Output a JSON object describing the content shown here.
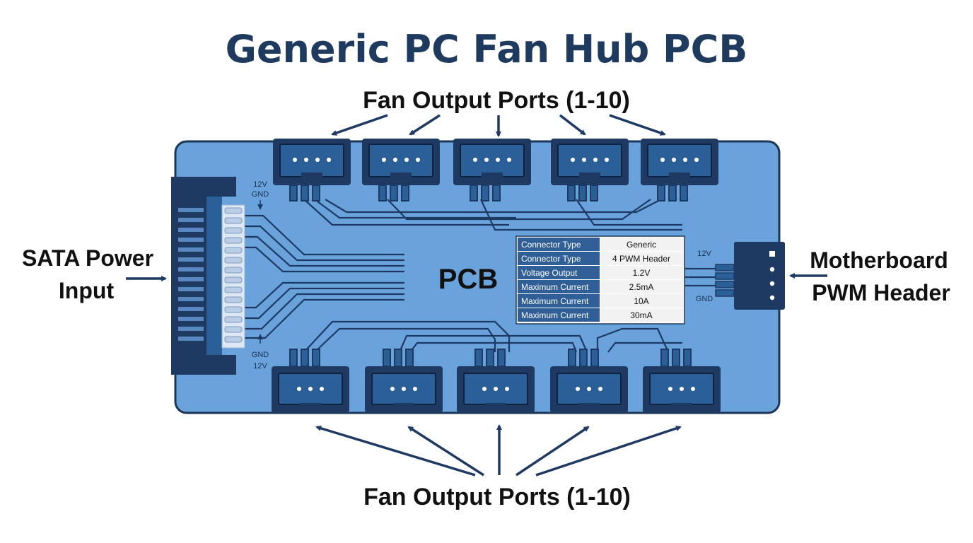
{
  "title": "Generic PC Fan Hub PCB",
  "labels": {
    "fan_ports_top": "Fan Output Ports (1-10)",
    "fan_ports_bottom": "Fan Output Ports (1-10)",
    "sata_line1": "SATA Power",
    "sata_line2": "Input",
    "mobo_line1": "Motherboard",
    "mobo_line2": "PWM Header",
    "pcb": "PCB",
    "sata_top_12v": "12V",
    "sata_top_gnd": "GND",
    "sata_bottom_gnd": "GND",
    "sata_bottom_12v": "12V",
    "pwm_12v": "12V",
    "pwm_gnd": "GND"
  },
  "spec_table": [
    {
      "key": "Connector Type",
      "value": "Generic"
    },
    {
      "key": "Connector Type",
      "value": "4 PWM Header"
    },
    {
      "key": "Voltage Output",
      "value": "1.2V"
    },
    {
      "key": "Maximum Current",
      "value": "2.5mA"
    },
    {
      "key": "Maximum Current",
      "value": "10A"
    },
    {
      "key": "Maximum Current",
      "value": "30mA"
    }
  ],
  "colors": {
    "board": "#6aa2dc",
    "board_border": "#1c3557",
    "dark_navy": "#1e3a63",
    "trace": "#1e3a63",
    "title": "#1f3a5f",
    "connector": "#2b5f97",
    "table_key_bg": "#2f5f96",
    "table_val_bg": "#f2f2f2"
  }
}
